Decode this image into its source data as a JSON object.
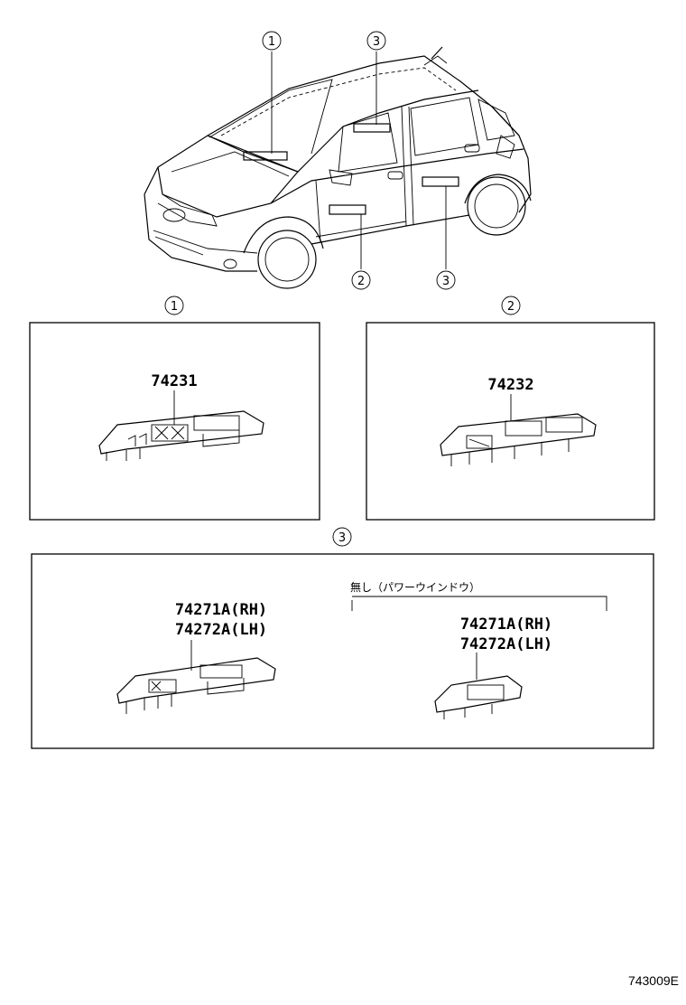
{
  "car": {
    "callouts_top": [
      "1",
      "3"
    ],
    "callouts_bottom": [
      "2",
      "3"
    ]
  },
  "panels": [
    {
      "callout": "1",
      "part_number": "74231"
    },
    {
      "callout": "2",
      "part_number": "74232"
    }
  ],
  "panel3": {
    "callout": "3",
    "left": {
      "part_rh": "74271A(RH)",
      "part_lh": "74272A(LH)"
    },
    "right": {
      "note": "無し（パワーウインドウ）",
      "part_rh": "74271A(RH)",
      "part_lh": "74272A(LH)"
    }
  },
  "diagram_ref": "743009E"
}
